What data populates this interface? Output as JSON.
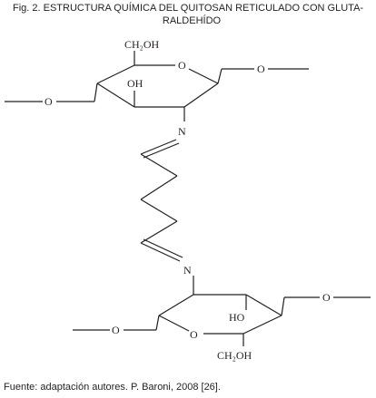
{
  "caption": {
    "line1": "Fig. 2. ESTRUCTURA QUÍMICA DEL QUITOSAN RETICULADO CON GLUTA-",
    "line2": "RALDEHÍDO"
  },
  "atoms": {
    "top_ring_o": "O",
    "top_ch2oh": "CH₂OH",
    "top_oh": "OH",
    "top_left_o": "O",
    "top_right_o": "O",
    "n_upper": "N",
    "n_lower": "N",
    "bottom_ring_o": "O",
    "bottom_ch2oh": "CH₂OH",
    "bottom_ho": "HO",
    "bottom_left_o": "O",
    "bottom_right_o": "O"
  },
  "source": "Fuente: adaptación autores. P. Baroni, 2008 [26]."
}
